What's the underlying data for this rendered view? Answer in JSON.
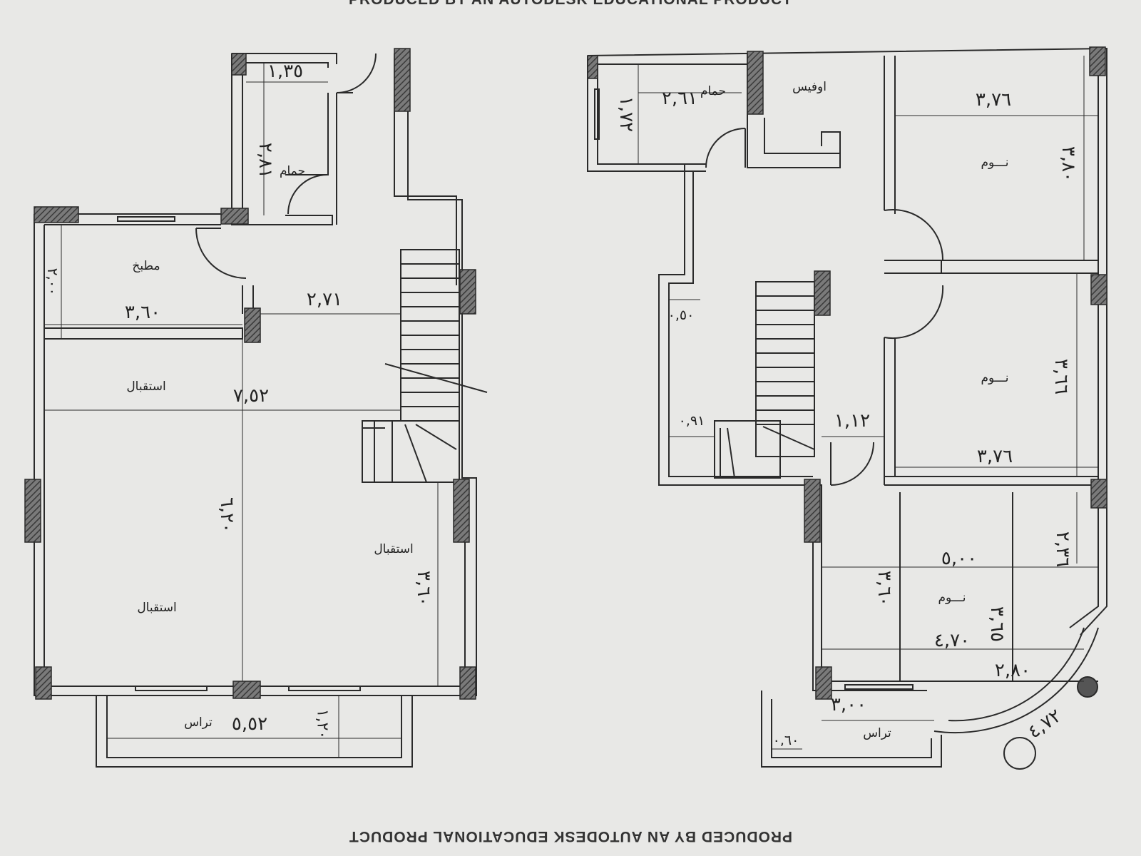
{
  "banners": {
    "top": "PRODUCED BY AN AUTODESK EDUCATIONAL PRODUCT",
    "bottom": "PRODUCED BY AN AUTODESK EDUCATIONAL PRODUCT"
  },
  "ground_floor": {
    "rooms": {
      "bath": "حمام",
      "kitchen": "مطبخ",
      "reception_upper": "استقبال",
      "reception_right": "استقبال",
      "reception_lower": "استقبال",
      "terrace": "تراس"
    },
    "dims": {
      "bath_width": "١,٣٥",
      "bath_depth": "٢,٨١",
      "kitchen_depth": "٢,٠٠",
      "kitchen_width": "٣,٦٠",
      "hall_width": "٢,٧١",
      "reception_width": "٧,٥٢",
      "reception_depth": "٦,٢٠",
      "right_depth": "٣,٦٠",
      "terrace_width": "٥,٥٢",
      "terrace_depth": "١,٢٠"
    }
  },
  "upper_floor": {
    "rooms": {
      "bath": "حمام",
      "office": "اوفيس",
      "bedroom_1": "نـــوم",
      "bedroom_2": "نـــوم",
      "bedroom_3": "نـــوم",
      "terrace": "تراس"
    },
    "dims": {
      "bath_width": "٢,٦١",
      "bath_depth": "١,٧٢",
      "bed1_width": "٣,٧٦",
      "bed1_depth": "٣,٨٠",
      "bed2_depth": "٣,٦٦",
      "bed2_width": "٣,٧٦",
      "corridor_a": "٠,٥٠",
      "corridor_b": "٠,٩١",
      "corridor_c": "١,١٢",
      "bed3_a": "٢,٣٦",
      "bed3_width": "٥,٠٠",
      "bed3_depth": "٣,٦٠",
      "bed3_b": "٣,٦٥",
      "bed3_c": "٤,٧٠",
      "bed3_d": "٢,٨٠",
      "terrace_width": "٣,٠٠",
      "terrace_depth": "٠,٦٠",
      "arc_length": "٤,٧٢"
    }
  },
  "colors": {
    "paper": "#e8e8e6",
    "ink": "#2a2a2a",
    "column": "#555555"
  }
}
